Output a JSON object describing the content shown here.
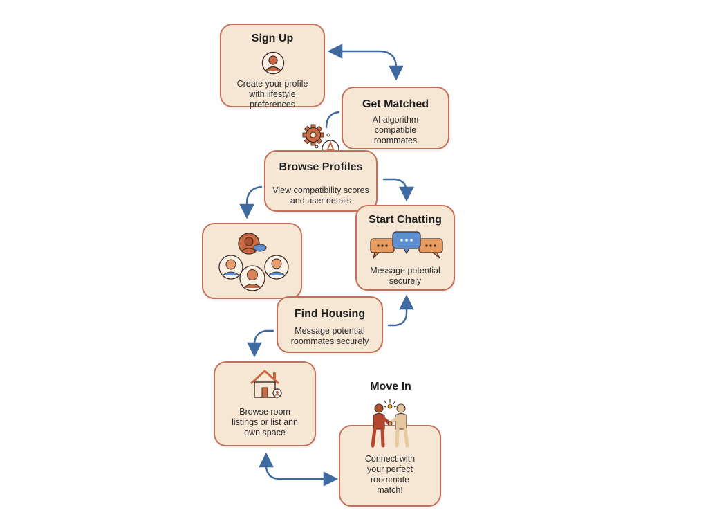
{
  "colors": {
    "card_fill": "#f6e7d5",
    "card_border": "#c2705a",
    "arrow": "#3f6aa0",
    "accent_orange": "#c96a44",
    "accent_blue": "#5b8fd0"
  },
  "steps": {
    "sign_up": {
      "title": "Sign Up",
      "desc_lines": [
        "Create your profile",
        "with lifestyle preferences"
      ]
    },
    "get_matched": {
      "title": "Get Matched",
      "desc_lines": [
        "AI algorithm",
        "compatible",
        "roommates"
      ]
    },
    "browse_profiles": {
      "title": "Browse Profiles",
      "desc_lines": [
        "View compatibility scores",
        "and user details"
      ]
    },
    "start_chatting": {
      "title": "Start Chatting",
      "desc_lines": [
        "Message potential",
        "securely"
      ]
    },
    "find_housing": {
      "title": "Find Housing",
      "desc_lines": [
        "Message potential",
        "roommates securely"
      ]
    },
    "browse_rooms": {
      "desc_lines": [
        "Browse room",
        "listings or list ann",
        "own space"
      ]
    },
    "move_in": {
      "title": "Move In",
      "desc_lines": [
        "Connect with",
        "your perfect",
        "roommate",
        "match!"
      ]
    }
  },
  "icons": {
    "sign_up": "user-avatar-icon",
    "get_matched": "gear-ai-icon",
    "profiles": "user-group-icon",
    "chat": "chat-bubbles-icon",
    "housing": "house-icon",
    "move_in": "handshake-icon"
  }
}
